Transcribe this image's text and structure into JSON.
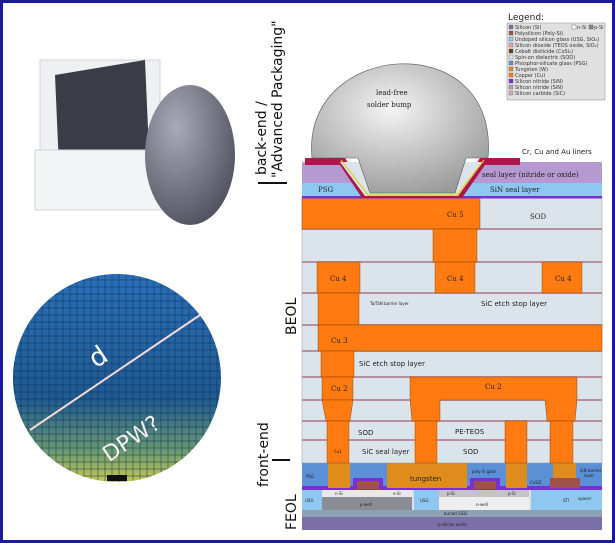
{
  "colors": {
    "border": "#1a1a9a",
    "copper": "#ff7a10",
    "tungsten": "#e08c1c",
    "sod": "#dbe4ea",
    "psg": "#5b8fd6",
    "usg": "#8ec8f0",
    "seal": "#b49ad0",
    "liner": "#b0164a",
    "sic": "#d8a8b8",
    "wafer_blue": "#2a6fb8"
  },
  "photos": {
    "wafer_diameter_label": "d",
    "dpw_label": "DPW?"
  },
  "side_labels": {
    "back_end": "back-end /",
    "advanced_packaging": "\"Advanced Packaging\"",
    "beol": "BEOL",
    "front_end": "front-end",
    "feol": "FEOL"
  },
  "legend": {
    "title": "Legend:",
    "n_si": "n-Si",
    "p_si": "p-Si",
    "items": [
      {
        "label": "Silicon (Si)",
        "color": "#7a6fa8"
      },
      {
        "label": "Polysilicon (Poly-Si)",
        "color": "#a0524a"
      },
      {
        "label": "Undoped silicon glass (USG, SiO₂)",
        "color": "#8ec8f0"
      },
      {
        "label": "Silicon dioxide (TEOS oxide, SiO₂)",
        "color": "#f0a0a0"
      },
      {
        "label": "Cobalt disilicide (CoSi₂)",
        "color": "#6a3a10"
      },
      {
        "label": "Spin-on dielectric (SOD)",
        "color": "#dbe4ea"
      },
      {
        "label": "Phosphor-silicate glass (PSG)",
        "color": "#5b8fd6"
      },
      {
        "label": "Tungsten (W)",
        "color": "#e08c1c"
      },
      {
        "label": "Copper (Cu)",
        "color": "#ff7a10"
      },
      {
        "label": "Silicon nitride (SiN)",
        "color": "#7a30d0"
      },
      {
        "label": "Silicon nitride (SiN)",
        "color": "#b49ad0"
      },
      {
        "label": "Silicon carbide (SiC)",
        "color": "#d8a8b8"
      }
    ]
  },
  "labels": {
    "bump": [
      "lead-free",
      "solder bump"
    ],
    "liners": "Cr, Cu and Au liners",
    "seal": "seal layer (nitride or oxide)",
    "psg": "PSG",
    "sin_seal": "SiN seal layer",
    "cu5": "Cu 5",
    "sod": "SOD",
    "cu4": "Cu 4",
    "barrier": "Ta/TaN barrier layer",
    "sic_etch": "SiC etch stop layer",
    "cu3": "Cu 3",
    "cu2": "Cu 2",
    "pe_teos": "PE-TEOS",
    "sic_seal": "SiC seal layer",
    "cu1": "Cu1",
    "tungsten": "tungsten",
    "poly_gate": "poly-Si gate",
    "sin_barrier": [
      "SiN barrier",
      "layer"
    ],
    "cosi2": "CoSi2",
    "spacer": "spacer",
    "usg": "USG",
    "n_si": "n-Si",
    "p_si": "p-Si",
    "p_well": "p-well",
    "n_well": "n-well",
    "sti": "STI",
    "buried": "buried SiO2",
    "wafer": "p-silicon wafer"
  }
}
